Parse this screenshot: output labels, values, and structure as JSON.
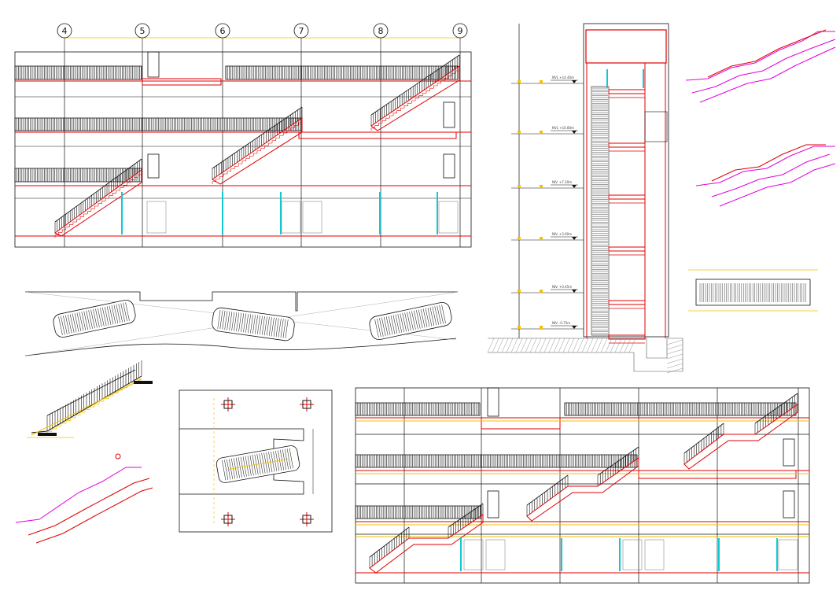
{
  "grid_axes": [
    "4",
    "5",
    "6",
    "7",
    "8",
    "9"
  ],
  "levels": [
    {
      "label": "NVL +14.40m"
    },
    {
      "label": "NVL +10.80m"
    },
    {
      "label": "NIV. +7.20m"
    },
    {
      "label": "NIV. +3.60m"
    },
    {
      "label": "NIV. +0.45m"
    },
    {
      "label": "NIV. -0.75m"
    }
  ],
  "colors": {
    "line": "#111111",
    "slab": "#e00000",
    "stair": "#e00000",
    "hatch_dim": "#f2c200",
    "glass": "#12c8d4",
    "section_magenta": "#e000e0",
    "ground": "#555555"
  }
}
